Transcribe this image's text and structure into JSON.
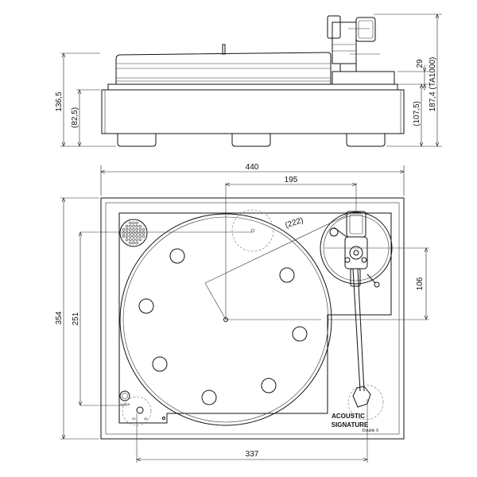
{
  "dimensions": {
    "side_total_height": "136,5",
    "side_base_height": "(82,5)",
    "side_tonearm_height": "29",
    "side_plinth_height": "(107,5)",
    "side_with_arm_height": "187,4 (TA1000)",
    "top_width": "440",
    "top_arm_offset": "195",
    "top_diagonal": "(222)",
    "top_arm_y": "106",
    "top_depth": "354",
    "top_spindle_y": "251",
    "top_arm_x": "337"
  },
  "labels": {
    "brand_line1": "ACOUSTIC",
    "brand_line2": "SIGNATURE",
    "model": "Double X",
    "on_off": "On/Off",
    "speed_33": "33",
    "speed_45": "45"
  },
  "colors": {
    "line": "#111111",
    "dimension": "#222222",
    "background": "#ffffff"
  }
}
